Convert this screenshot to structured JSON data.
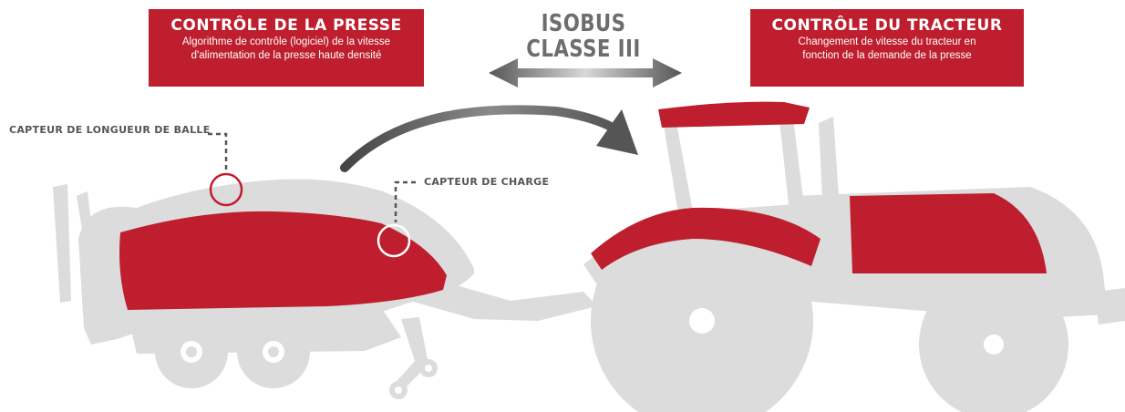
{
  "colors": {
    "accent": "#be1e2d",
    "machine_gray": "#dcdcdc",
    "text_gray": "#6d6d6d",
    "arrow_dark": "#555555"
  },
  "press_control": {
    "title": "CONTRÔLE DE LA PRESSE",
    "description_line1": "Algorithme de contrôle (logiciel) de la vitesse",
    "description_line2": "d'alimentation de la presse haute densité"
  },
  "tractor_control": {
    "title": "CONTRÔLE DU TRACTEUR",
    "description_line1": "Changement de vitesse du tracteur en",
    "description_line2": "fonction de la demande  de la presse"
  },
  "isobus": {
    "line1": "ISOBUS",
    "line2": "CLASSE III"
  },
  "sensors": {
    "bale_length": "CAPTEUR DE LONGUEUR DE BALLE",
    "load": "CAPTEUR DE CHARGE"
  },
  "icons": [
    "baler-illustration",
    "tractor-illustration",
    "double-arrow-icon",
    "curved-arrow-icon"
  ]
}
